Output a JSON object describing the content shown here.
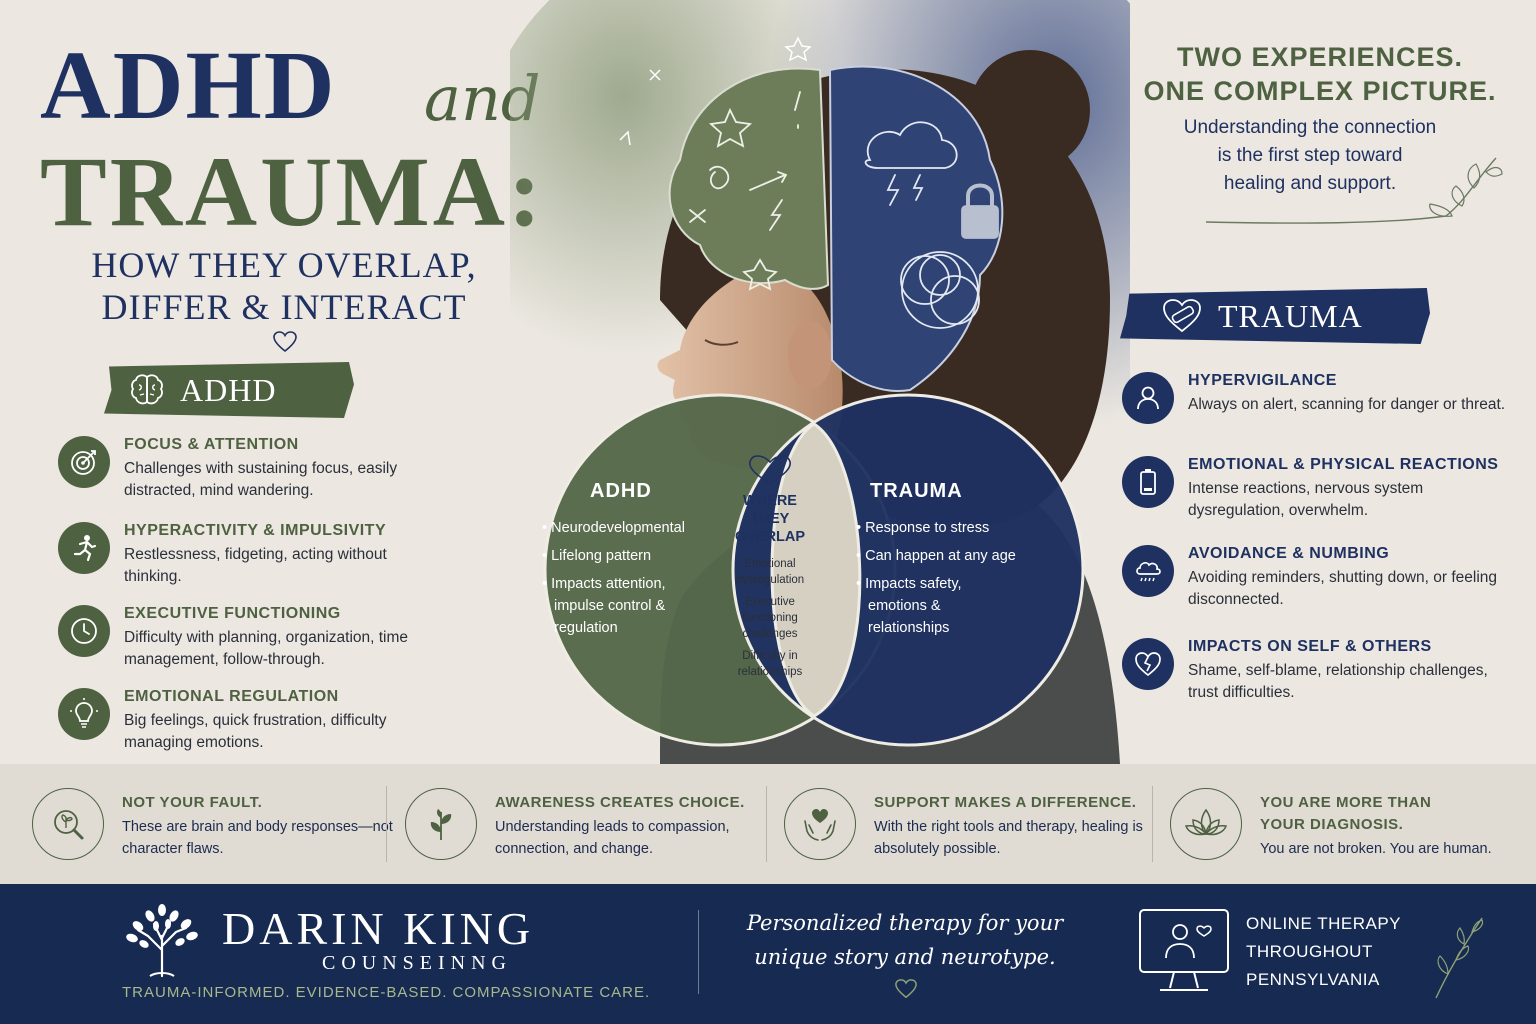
{
  "title": {
    "line1": "ADHD",
    "and": "and",
    "line2": "TRAUMA:",
    "subtitle_line1": "HOW THEY OVERLAP,",
    "subtitle_line2": "DIFFER & INTERACT"
  },
  "adhd": {
    "banner": "ADHD",
    "items": [
      {
        "icon": "target-icon",
        "head": "FOCUS & ATTENTION",
        "desc": "Challenges with sustaining focus, easily distracted, mind wandering."
      },
      {
        "icon": "running-person-icon",
        "head": "HYPERACTIVITY & IMPULSIVITY",
        "desc": "Restlessness, fidgeting, acting without thinking."
      },
      {
        "icon": "clock-icon",
        "head": "EXECUTIVE FUNCTIONING",
        "desc": "Difficulty with planning, organization, time management, follow-through."
      },
      {
        "icon": "lightbulb-icon",
        "head": "EMOTIONAL REGULATION",
        "desc": "Big feelings, quick frustration, difficulty managing emotions."
      }
    ]
  },
  "top_right": {
    "head_line1": "TWO EXPERIENCES.",
    "head_line2": "ONE COMPLEX PICTURE.",
    "sub_line1": "Understanding the connection",
    "sub_line2": "is the first step toward",
    "sub_line3": "healing and support."
  },
  "trauma": {
    "banner": "TRAUMA",
    "items": [
      {
        "icon": "person-icon",
        "head": "HYPERVIGILANCE",
        "desc": "Always on alert, scanning for danger or threat."
      },
      {
        "icon": "battery-icon",
        "head": "EMOTIONAL & PHYSICAL REACTIONS",
        "desc": "Intense reactions, nervous system dysregulation, overwhelm."
      },
      {
        "icon": "rain-cloud-icon",
        "head": "AVOIDANCE & NUMBING",
        "desc": "Avoiding reminders, shutting down, or feeling disconnected."
      },
      {
        "icon": "broken-heart-icon",
        "head": "IMPACTS ON SELF & OTHERS",
        "desc": "Shame, self-blame, relationship challenges, trust difficulties."
      }
    ]
  },
  "venn": {
    "adhd_head": "ADHD",
    "adhd_items": [
      "• Neurodevelopmental",
      "• Lifelong pattern",
      "• Impacts attention,",
      "impulse control &",
      "regulation"
    ],
    "trauma_head": "TRAUMA",
    "trauma_items": [
      "• Response to stress",
      "• Can happen at any age",
      "• Impacts safety,",
      "emotions &",
      "relationships"
    ],
    "overlap_line1": "WHERE",
    "overlap_line2": "THEY",
    "overlap_line3": "OVERLAP",
    "overlap_items": [
      "Emotional dysregulation",
      "Executive functioning challenges",
      "Difficulty in relationships"
    ]
  },
  "messages": [
    {
      "icon": "magnifier-sprout-icon",
      "head": "NOT YOUR FAULT.",
      "desc": "These are brain and body responses—not character flaws."
    },
    {
      "icon": "sprout-icon",
      "head": "AWARENESS CREATES CHOICE.",
      "desc": "Understanding leads to compassion, connection, and change."
    },
    {
      "icon": "hands-heart-icon",
      "head": "SUPPORT MAKES A DIFFERENCE.",
      "desc": "With the right tools and therapy, healing is absolutely possible."
    },
    {
      "icon": "lotus-icon",
      "head": "YOU ARE MORE THAN YOUR DIAGNOSIS.",
      "desc": "You are not broken. You are human."
    }
  ],
  "footer": {
    "brand_name": "DARIN KING",
    "brand_sub": "COUNSEINNG",
    "brand_tag": "TRAUMA-INFORMED. EVIDENCE-BASED. COMPASSIONATE CARE.",
    "quote_line1": "Personalized therapy for your",
    "quote_line2": "unique story and neurotype.",
    "online_line1": "ONLINE THERAPY",
    "online_line2": "THROUGHOUT",
    "online_line3": "PENNSYLVANIA"
  },
  "colors": {
    "navy": "#1f3161",
    "olive": "#4e6141",
    "background": "#ece8e1",
    "footer": "#172a52"
  }
}
